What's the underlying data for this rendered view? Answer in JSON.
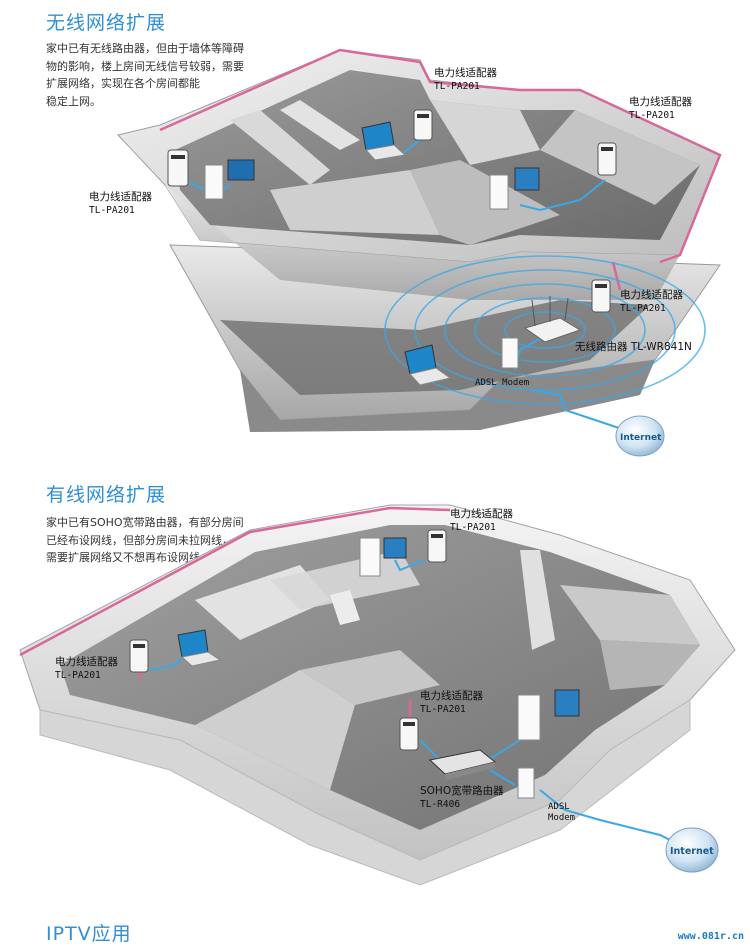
{
  "section1": {
    "title": "无线网络扩展",
    "desc_lines": [
      "家中已有无线路由器，但由于墙体等障碍",
      "物的影响，楼上房间无线信号较弱，需要",
      "扩展网络，实现在各个房间都能",
      "稳定上网。"
    ]
  },
  "section2": {
    "title": "有线网络扩展",
    "desc_lines": [
      "家中已有SOHO宽带路由器，有部分房间",
      "已经布设网线，但部分房间未拉网线，",
      "需要扩展网络又不想再布设网线。"
    ]
  },
  "section3": {
    "title": "IPTV应用"
  },
  "labels": {
    "adapter": "电力线适配器",
    "adapter_model": "TL-PA201",
    "wireless_router": "无线路由器 TL-WR841N",
    "adsl_modem": "ADSL Modem",
    "adsl": "ADSL",
    "modem": "Modem",
    "internet": "Internet",
    "soho_router": "SOHO宽带路由器",
    "soho_model": "TL-R406"
  },
  "watermark": "www.081r.cn",
  "colors": {
    "title": "#2f8fd6",
    "power_line": "#d8689a",
    "network_cable": "#3aa7e8",
    "floor": "#7d7d7d"
  }
}
